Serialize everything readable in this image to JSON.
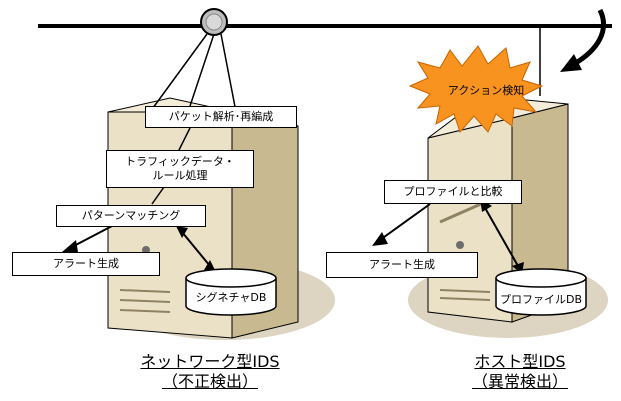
{
  "network_ids": {
    "steps": {
      "packet": "パケット解析･再編成",
      "traffic_line1": "トラフィックデータ・",
      "traffic_line2": "ルール処理",
      "pattern": "パターンマッチング",
      "alert": "アラート生成"
    },
    "db_label": "シグネチャDB",
    "caption_line1": "ネットワーク型IDS",
    "caption_line2": "（不正検出）"
  },
  "host_ids": {
    "burst_label": "アクション検知",
    "steps": {
      "profile_compare": "プロファイルと比較",
      "alert": "アラート生成"
    },
    "db_label": "プロファイルDB",
    "caption_line1": "ホスト型IDS",
    "caption_line2": "（異常検出）"
  },
  "colors": {
    "server_body": "#e9dfc4",
    "server_shade": "#cbbd96",
    "shadow": "#ded7c2",
    "burst": "#f7931e",
    "line": "#000000"
  }
}
